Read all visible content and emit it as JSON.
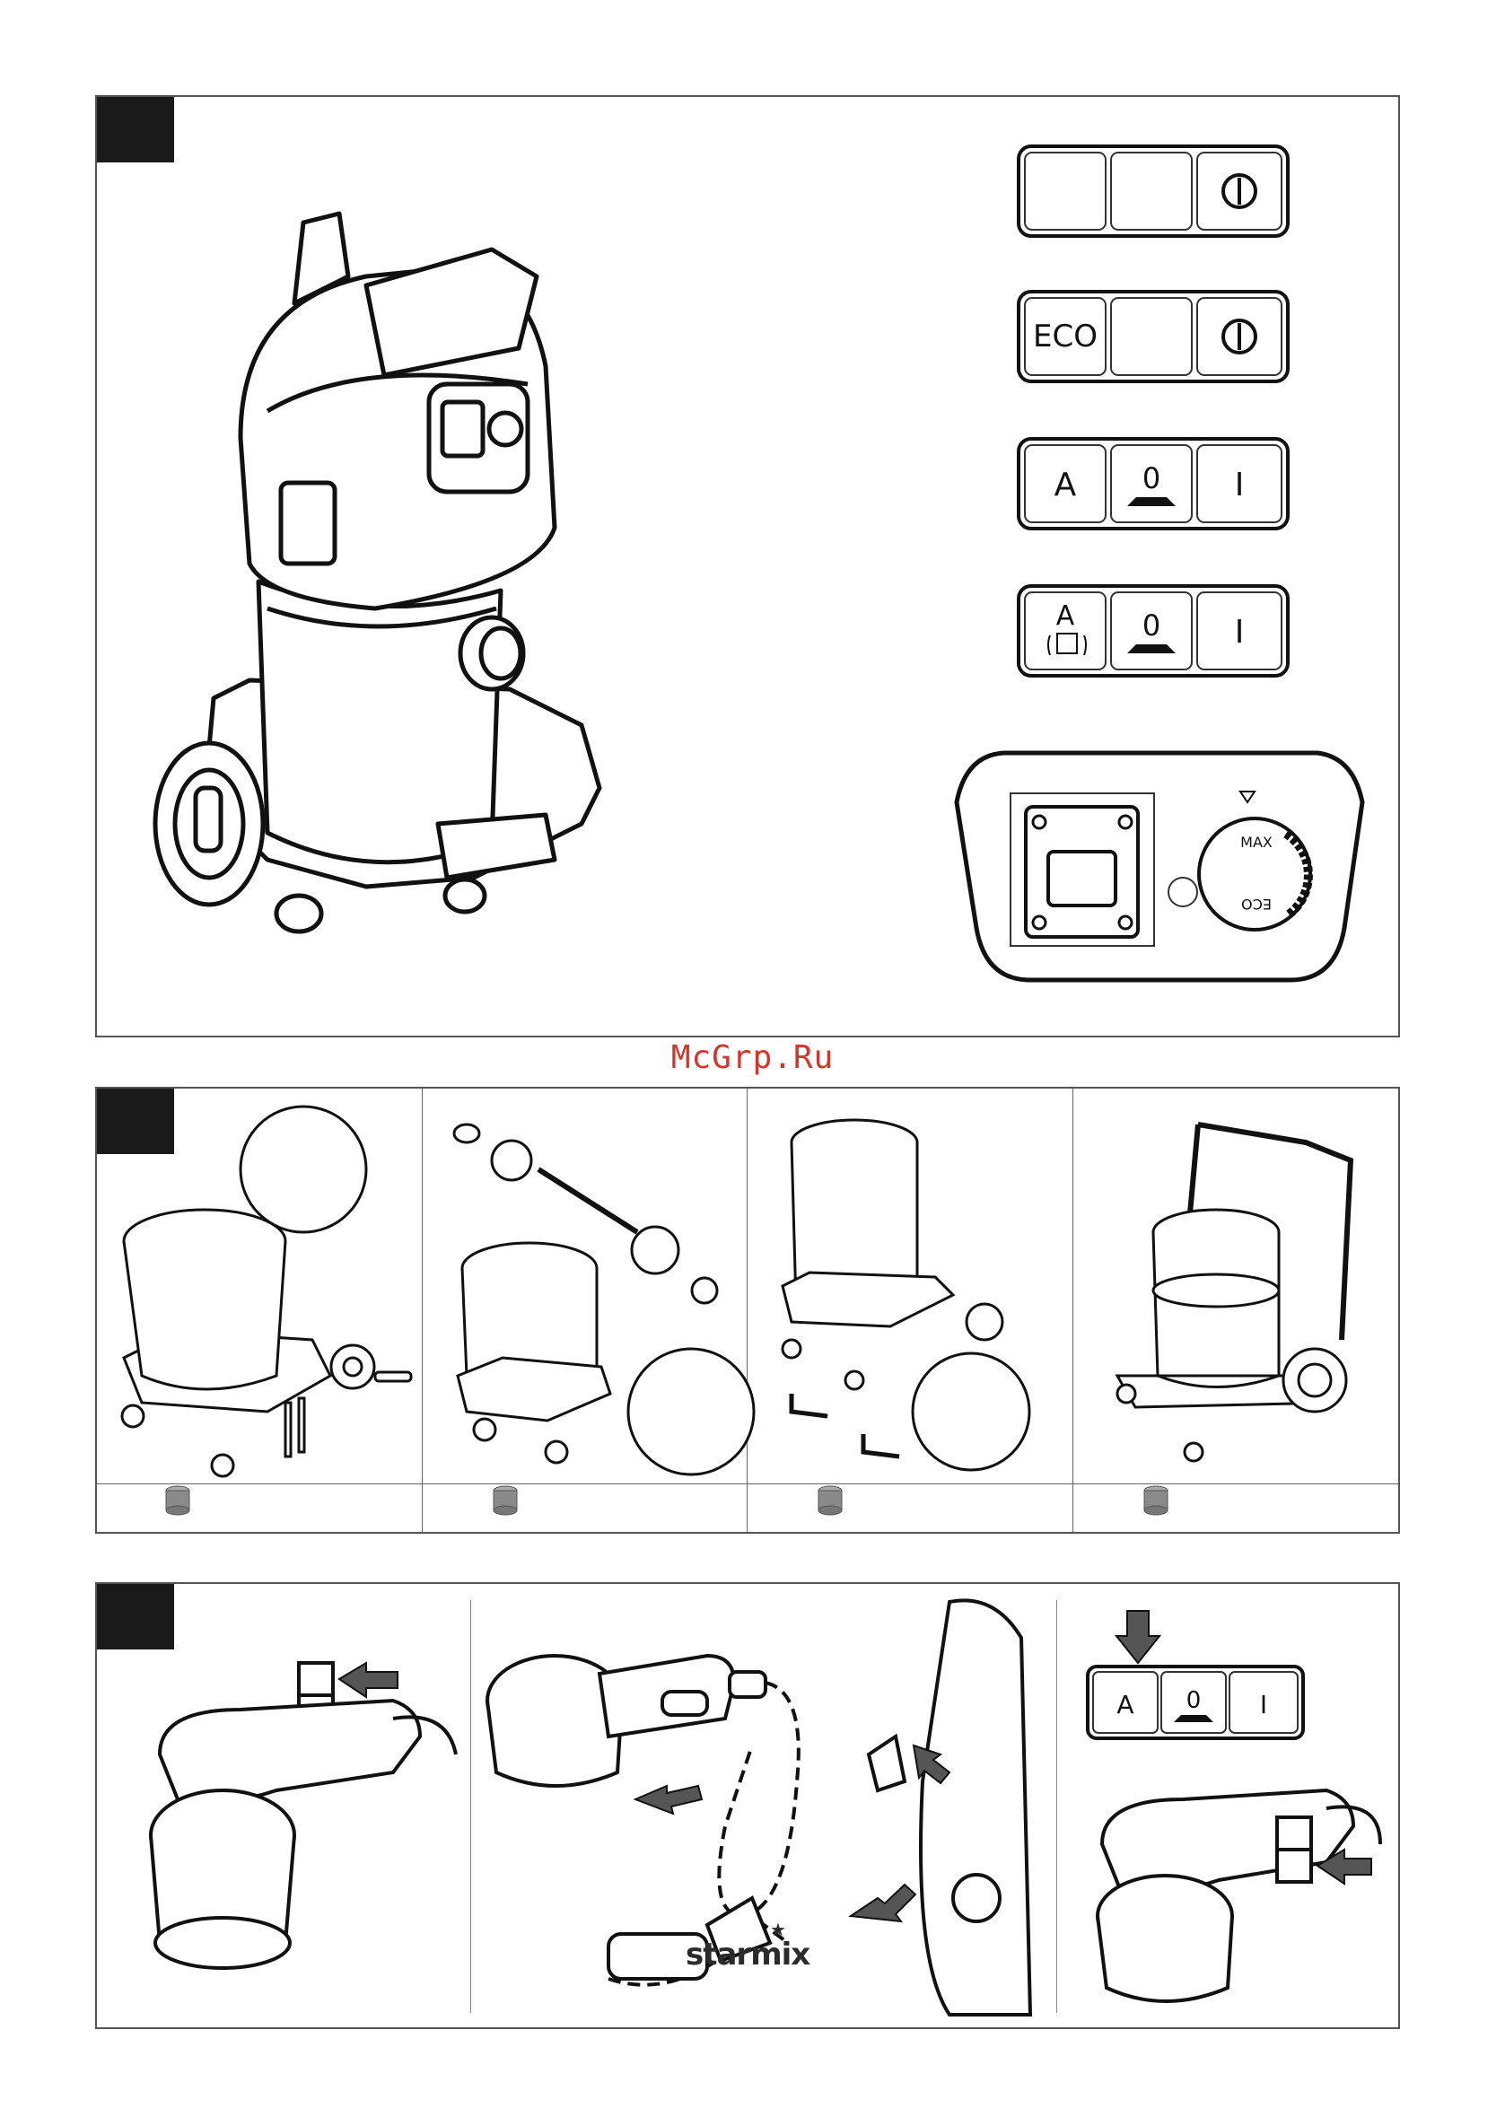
{
  "watermark": "McGrp.Ru",
  "brand": "starmix",
  "switches": [
    {
      "left": "",
      "middle": "",
      "right_icon": "power-icon"
    },
    {
      "left": "ECO",
      "middle": "",
      "right_icon": "power-icon"
    },
    {
      "left": "A",
      "middle": "0",
      "right": "I"
    },
    {
      "left": "A",
      "middle": "0",
      "right": "I"
    }
  ],
  "control_panel": {
    "dial_max": "MAX",
    "dial_eco": "ECO"
  },
  "step3_switch": {
    "left": "A",
    "middle": "0",
    "right": "I"
  },
  "colors": {
    "frame": "#555555",
    "tag": "#1a1a1a",
    "watermark": "#d9342b",
    "canister": "#8a8a8a"
  }
}
